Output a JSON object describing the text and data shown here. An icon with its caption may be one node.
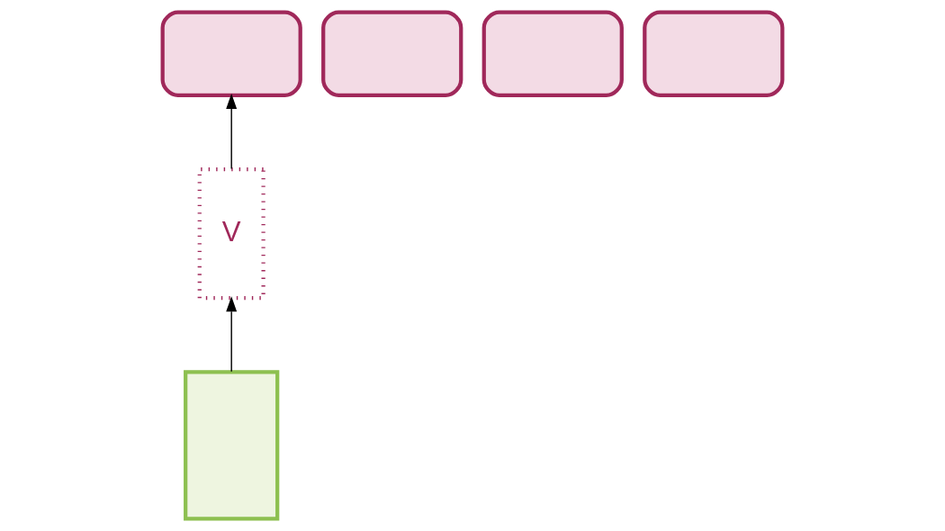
{
  "diagram": {
    "nodes": [
      {
        "text": [],
        "shape": "laptop"
      },
      {
        "text": [],
        "shape": "laptop"
      },
      {
        "text": [],
        "shape": "laptop"
      },
      {
        "text": [],
        "shape": "laptop"
      },
      {
        "text": [
          "V"
        ]
      },
      {
        "text": [],
        "shape": "server"
      }
    ],
    "edges": [
      {
        "from": 4,
        "to": 0,
        "arrow": "to"
      },
      {
        "from": 5,
        "to": 4,
        "arrow": "to"
      }
    ]
  }
}
